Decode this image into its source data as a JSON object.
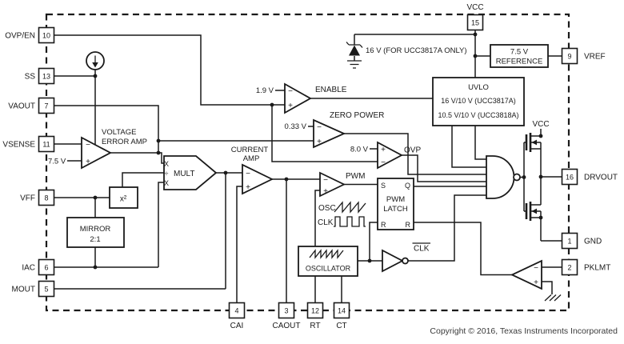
{
  "colors": {
    "ink": "#1a1a1a",
    "background": "#ffffff"
  },
  "pins": {
    "ovp_en": {
      "label": "OVP/EN",
      "num": "10"
    },
    "ss": {
      "label": "SS",
      "num": "13"
    },
    "vaout": {
      "label": "VAOUT",
      "num": "7"
    },
    "vsense": {
      "label": "VSENSE",
      "num": "11"
    },
    "vff": {
      "label": "VFF",
      "num": "8"
    },
    "iac": {
      "label": "IAC",
      "num": "6"
    },
    "mout": {
      "label": "MOUT",
      "num": "5"
    },
    "cai": {
      "label": "CAI",
      "num": "4"
    },
    "caout": {
      "label": "CAOUT",
      "num": "3"
    },
    "rt": {
      "label": "RT",
      "num": "12"
    },
    "ct": {
      "label": "CT",
      "num": "14"
    },
    "vcc": {
      "label": "VCC",
      "num": "15"
    },
    "vref": {
      "label": "VREF",
      "num": "9"
    },
    "drvout": {
      "label": "DRVOUT",
      "num": "16"
    },
    "gnd": {
      "label": "GND",
      "num": "1"
    },
    "pklmt": {
      "label": "PKLMT",
      "num": "2"
    }
  },
  "blocks": {
    "uvlo": {
      "line1": "UVLO",
      "line2": "16 V/10 V (UCC3817A)",
      "line3": "10.5 V/10 V (UCC3818A)"
    },
    "reference": {
      "line1": "7.5 V",
      "line2": "REFERENCE"
    },
    "mirror": {
      "line1": "MIRROR",
      "line2": "2:1"
    },
    "square": {
      "label": "x²"
    },
    "mult": {
      "label": "MULT",
      "in_top": "X",
      "in_mid": "÷",
      "in_bot": "X"
    },
    "oscillator": {
      "label": "OSCILLATOR"
    },
    "pwm_latch": {
      "s": "S",
      "q": "Q",
      "r_left": "R",
      "r_right": "R",
      "line1": "PWM",
      "line2": "LATCH"
    }
  },
  "amps": {
    "voltage_error": {
      "line1": "VOLTAGE",
      "line2": "ERROR AMP",
      "ref": "7.5 V"
    },
    "current": {
      "line1": "CURRENT",
      "line2": "AMP"
    },
    "enable": {
      "label": "ENABLE",
      "ref": "1.9 V"
    },
    "zero_power": {
      "label": "ZERO POWER",
      "ref": "0.33 V"
    },
    "ovp": {
      "label": "OVP",
      "ref": "8.0 V"
    },
    "pwm": {
      "label": "PWM"
    },
    "clk_inv": {
      "label": "CLK"
    }
  },
  "annotations": {
    "zener": "16 V (FOR UCC3817A ONLY)",
    "vcc_driver": "VCC",
    "osc_signal": "OSC",
    "clk_signal": "CLK",
    "copyright": "Copyright © 2016, Texas Instruments Incorporated"
  },
  "sym": {
    "plus": "+",
    "minus": "−"
  }
}
